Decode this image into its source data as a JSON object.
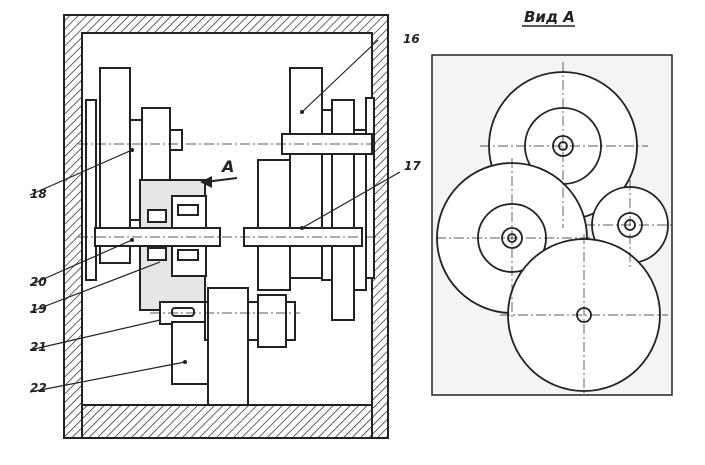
{
  "drawing": {
    "labels": {
      "part_16": "16",
      "part_17": "17",
      "part_18": "18",
      "part_19": "19",
      "part_20": "20",
      "part_21": "21",
      "part_22": "22",
      "view_arrow": "A",
      "view_title": "Вид А"
    },
    "colors": {
      "ink": "#222222",
      "paper": "#ffffff",
      "panel": "#f4f4f2"
    }
  }
}
